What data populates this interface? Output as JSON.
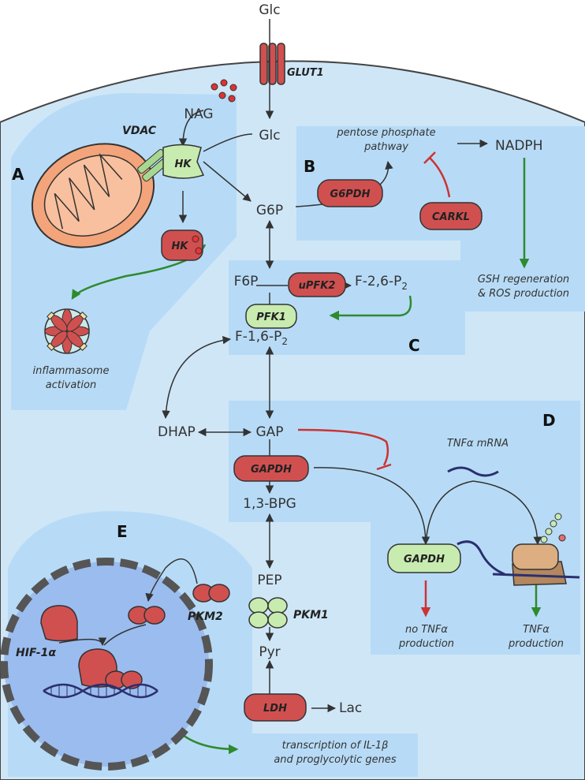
{
  "metabolites": {
    "glc_out": "Glc",
    "nag": "NAG",
    "glc_in": "Glc",
    "g6p": "G6P",
    "f6p": "F6P",
    "f26p2": "F-2,6-P",
    "f26p2_sub": "2",
    "f16p2": "F-1,6-P",
    "f16p2_sub": "2",
    "dhap": "DHAP",
    "gap": "GAP",
    "bpg": "1,3-BPG",
    "pep": "PEP",
    "pyr": "Pyr",
    "lac": "Lac",
    "nadph": "NADPH"
  },
  "enzymes": {
    "glut1": "GLUT1",
    "vdac": "VDAC",
    "hk_membrane": "HK",
    "hk_free": "HK",
    "g6pdh": "G6PDH",
    "carkl": "CARKL",
    "upfk2": "uPFK2",
    "pfk1": "PFK1",
    "gapdh": "GAPDH",
    "gapdh_bound": "GAPDH",
    "pkm1": "PKM1",
    "pkm2": "PKM2",
    "hif": "HIF-1α",
    "ldh": "LDH"
  },
  "notes": {
    "ppp_line1": "pentose phosphate",
    "ppp_line2": "pathway",
    "gsh_line1": "GSH regeneration",
    "gsh_line2": "& ROS production",
    "inflamm_line1": "inflammasome",
    "inflamm_line2": "activation",
    "tnf_mrna": "TNFα mRNA",
    "no_tnf_line1": "no TNFα",
    "no_tnf_line2": "production",
    "tnf_line1": "TNFα",
    "tnf_line2": "production",
    "transcription_line1": "transcription of IL-1β",
    "transcription_line2": "and proglycolytic genes"
  },
  "panels": {
    "a": "A",
    "b": "B",
    "c": "C",
    "d": "D",
    "e": "E"
  },
  "colors": {
    "cell_fill": "#cfe6f7",
    "panel_fill": "#b7dbf6",
    "enzyme_red": "#d05050",
    "enzyme_green": "#c8ebb0",
    "inhibition_red": "#cc3333",
    "activation_green": "#2f8a2f",
    "nucleus": "#9bbcee",
    "mitochondrion": "#f4a47a"
  }
}
